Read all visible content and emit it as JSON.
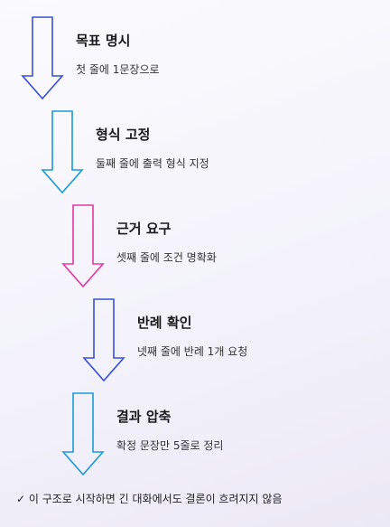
{
  "steps": [
    {
      "title": "목표 명시",
      "desc": "첫 줄에 1문장으로",
      "color": "#3a4fd8"
    },
    {
      "title": "형식 고정",
      "desc": "둘째 줄에 출력 형식 지정",
      "color": "#1a9bd6"
    },
    {
      "title": "근거 요구",
      "desc": "셋째 줄에 조건 명확화",
      "color": "#e0389f"
    },
    {
      "title": "반례 확인",
      "desc": "넷째 줄에 반례 1개 요청",
      "color": "#3a4fd8"
    },
    {
      "title": "결과 압축",
      "desc": "확정 문장만 5줄로 정리",
      "color": "#1a9bd6"
    }
  ],
  "footer": "✓ 이 구조로 시작하면 긴 대화에서도 결론이 흐려지지 않음"
}
